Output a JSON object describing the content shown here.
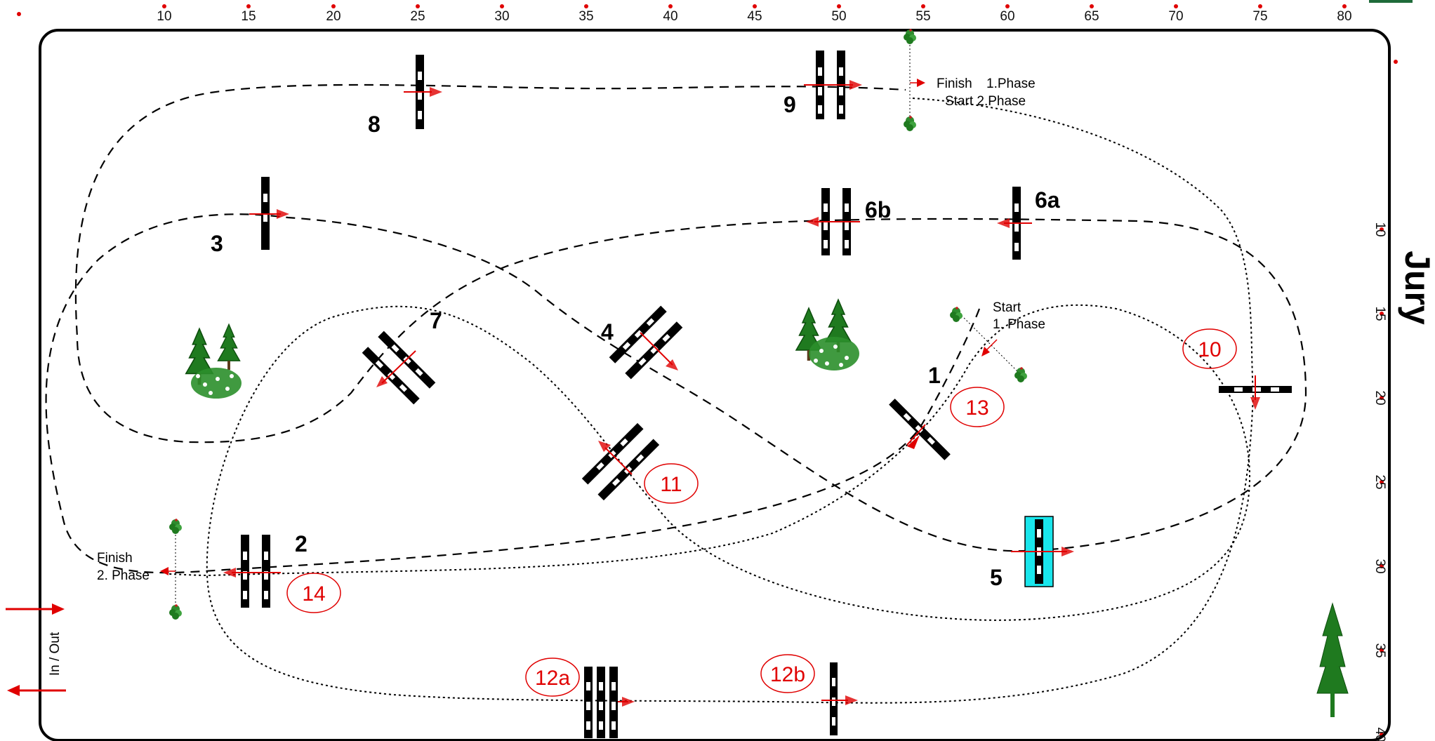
{
  "ruler_top": [
    "10",
    "15",
    "20",
    "25",
    "30",
    "35",
    "40",
    "45",
    "50",
    "55",
    "60",
    "65",
    "70",
    "75",
    "80"
  ],
  "ruler_right": [
    "10",
    "15",
    "20",
    "25",
    "30",
    "35",
    "40"
  ],
  "side_label": "Jury",
  "entrance_label": "In / Out",
  "colors": {
    "route": "#000000",
    "accent": "#e00000",
    "water": "#19e6ec",
    "tree": "#1f7a1f"
  },
  "obstacles": [
    {
      "id": "1",
      "label": "1"
    },
    {
      "id": "2",
      "label": "2"
    },
    {
      "id": "3",
      "label": "3"
    },
    {
      "id": "4",
      "label": "4"
    },
    {
      "id": "5",
      "label": "5"
    },
    {
      "id": "6a",
      "label": "6a"
    },
    {
      "id": "6b",
      "label": "6b"
    },
    {
      "id": "7",
      "label": "7"
    },
    {
      "id": "8",
      "label": "8"
    },
    {
      "id": "9",
      "label": "9"
    }
  ],
  "phase2_obstacles": [
    {
      "id": "10",
      "label": "10"
    },
    {
      "id": "11",
      "label": "11"
    },
    {
      "id": "12a",
      "label": "12a"
    },
    {
      "id": "12b",
      "label": "12b"
    },
    {
      "id": "13",
      "label": "13"
    },
    {
      "id": "14",
      "label": "14"
    }
  ],
  "notes": {
    "start_phase1_line1": "Start",
    "start_phase1_line2": "1. Phase",
    "finish_phase1_a": "Finish",
    "finish_phase1_b": "1.Phase",
    "start_phase2": "Start 2.Phase",
    "finish_phase2_line1": "Finish",
    "finish_phase2_line2": "2. Phase"
  }
}
